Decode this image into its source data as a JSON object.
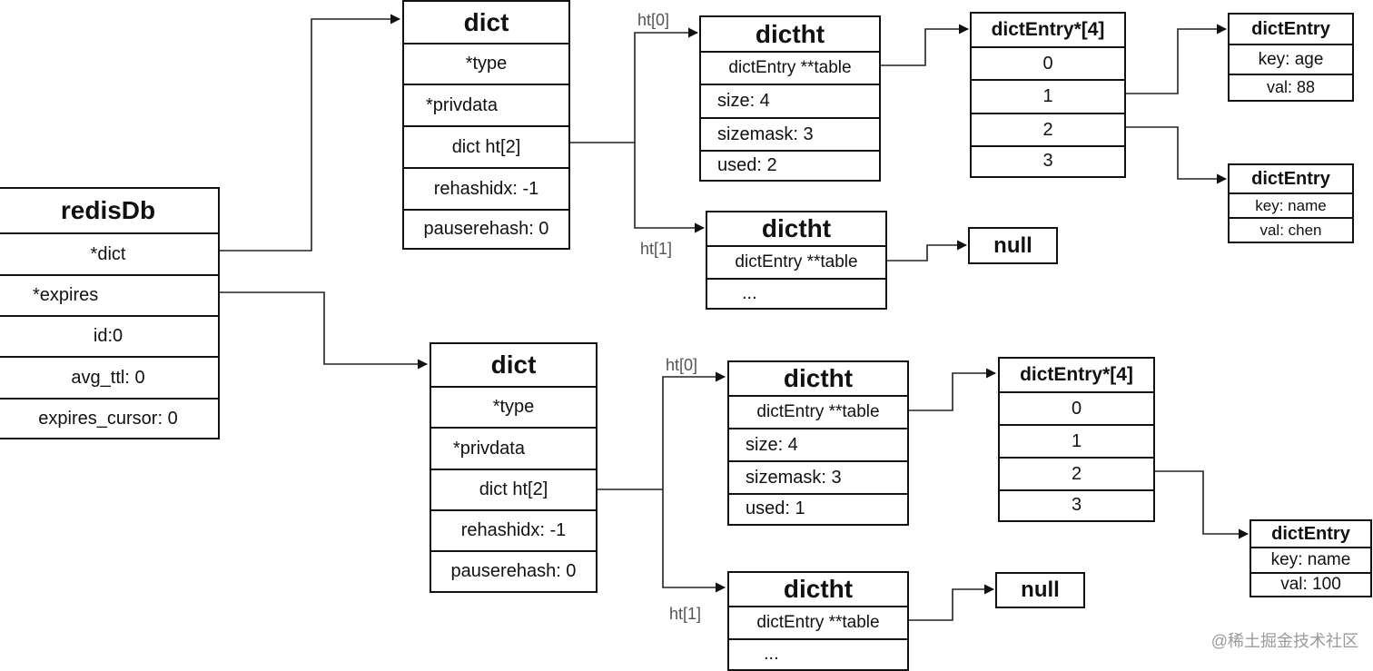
{
  "redisDb": {
    "title": "redisDb",
    "fields": [
      "*dict",
      "*expires",
      "id:0",
      "avg_ttl: 0",
      "expires_cursor: 0"
    ]
  },
  "dict_top": {
    "title": "dict",
    "fields": [
      "*type",
      "*privdata",
      "dict ht[2]",
      "rehashidx: -1",
      "pauserehash: 0"
    ]
  },
  "dict_bottom": {
    "title": "dict",
    "fields": [
      "*type",
      "*privdata",
      "dict ht[2]",
      "rehashidx: -1",
      "pauserehash: 0"
    ]
  },
  "labels": {
    "top_ht0": "ht[0]",
    "top_ht1": "ht[1]",
    "bottom_ht0": "ht[0]",
    "bottom_ht1": "ht[1]"
  },
  "dictht_top0": {
    "title": "dictht",
    "fields": [
      "dictEntry **table",
      "size: 4",
      "sizemask: 3",
      "used: 2"
    ]
  },
  "dictht_top1": {
    "title": "dictht",
    "fields": [
      "dictEntry **table",
      "..."
    ]
  },
  "dictht_bottom0": {
    "title": "dictht",
    "fields": [
      "dictEntry **table",
      "size: 4",
      "sizemask: 3",
      "used: 1"
    ]
  },
  "dictht_bottom1": {
    "title": "dictht",
    "fields": [
      "dictEntry **table",
      "..."
    ]
  },
  "array_top": {
    "title": "dictEntry*[4]",
    "slots": [
      "0",
      "1",
      "2",
      "3"
    ]
  },
  "array_bottom": {
    "title": "dictEntry*[4]",
    "slots": [
      "0",
      "1",
      "2",
      "3"
    ]
  },
  "entry_top1": {
    "title": "dictEntry",
    "fields": [
      "key: age",
      "val: 88"
    ]
  },
  "entry_top2": {
    "title": "dictEntry",
    "fields": [
      "key: name",
      "val: chen"
    ]
  },
  "entry_bottom": {
    "title": "dictEntry",
    "fields": [
      "key: name",
      "val: 100"
    ]
  },
  "null_top": "null",
  "null_bottom": "null",
  "watermark": "@稀土掘金技术社区"
}
